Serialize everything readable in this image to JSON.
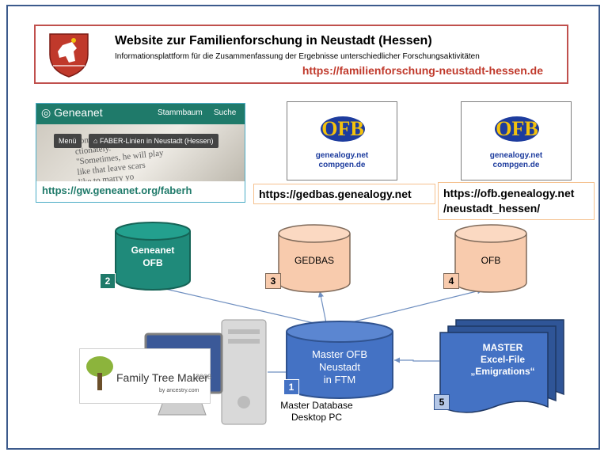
{
  "header": {
    "title": "Website zur Familienforschung in Neustadt (Hessen)",
    "subtitle": "Informationsplattform für die Zusammenfassung der Ergebnisse unterschiedlicher Forschungsaktivitäten",
    "url": "https://familienforschung-neustadt-hessen.de"
  },
  "geneanet": {
    "logo": "Geneanet",
    "nav": [
      "Stammbaum",
      "Suche"
    ],
    "menu": "Menü",
    "crumb": "FABER-Linien in Neustadt (Hessen)",
    "book_lines": [
      "from the way",
      "ctionately.",
      "\"Sometimes, he will play",
      "like that leave scars",
      "like to marry yo"
    ],
    "url": "https://gw.geneanet.org/faberh"
  },
  "gedbas": {
    "logo_line1": "genealogy.net",
    "logo_line2": "compgen.de",
    "url": "https://gedbas.genealogy.net"
  },
  "ofb_site": {
    "logo_line1": "genealogy.net",
    "logo_line2": "compgen.de",
    "url_line1": "https://ofb.genealogy.net",
    "url_line2": "/neustadt_hessen/"
  },
  "databases": {
    "geneanet": {
      "line1": "Geneanet",
      "line2": "OFB",
      "badge": "2"
    },
    "gedbas": {
      "label": "GEDBAS",
      "badge": "3"
    },
    "ofb": {
      "label": "OFB",
      "badge": "4"
    },
    "master": {
      "line1": "Master OFB",
      "line2": "Neustadt",
      "line3": "in FTM",
      "badge": "1"
    }
  },
  "master_file": {
    "line1": "MASTER",
    "line2": "Excel-File",
    "line3": "„Emigrations“",
    "badge": "5"
  },
  "caption": {
    "line1": "Master Database",
    "line2": "Desktop PC"
  },
  "ftm": {
    "name": "Family Tree Maker",
    "year": "2008",
    "by": "by ancestry.com"
  },
  "colors": {
    "teal": "#1f7a6a",
    "peach": "#f8cbad",
    "blue": "#4472c4",
    "red": "#c0392b",
    "frame": "#3c5a8c"
  }
}
